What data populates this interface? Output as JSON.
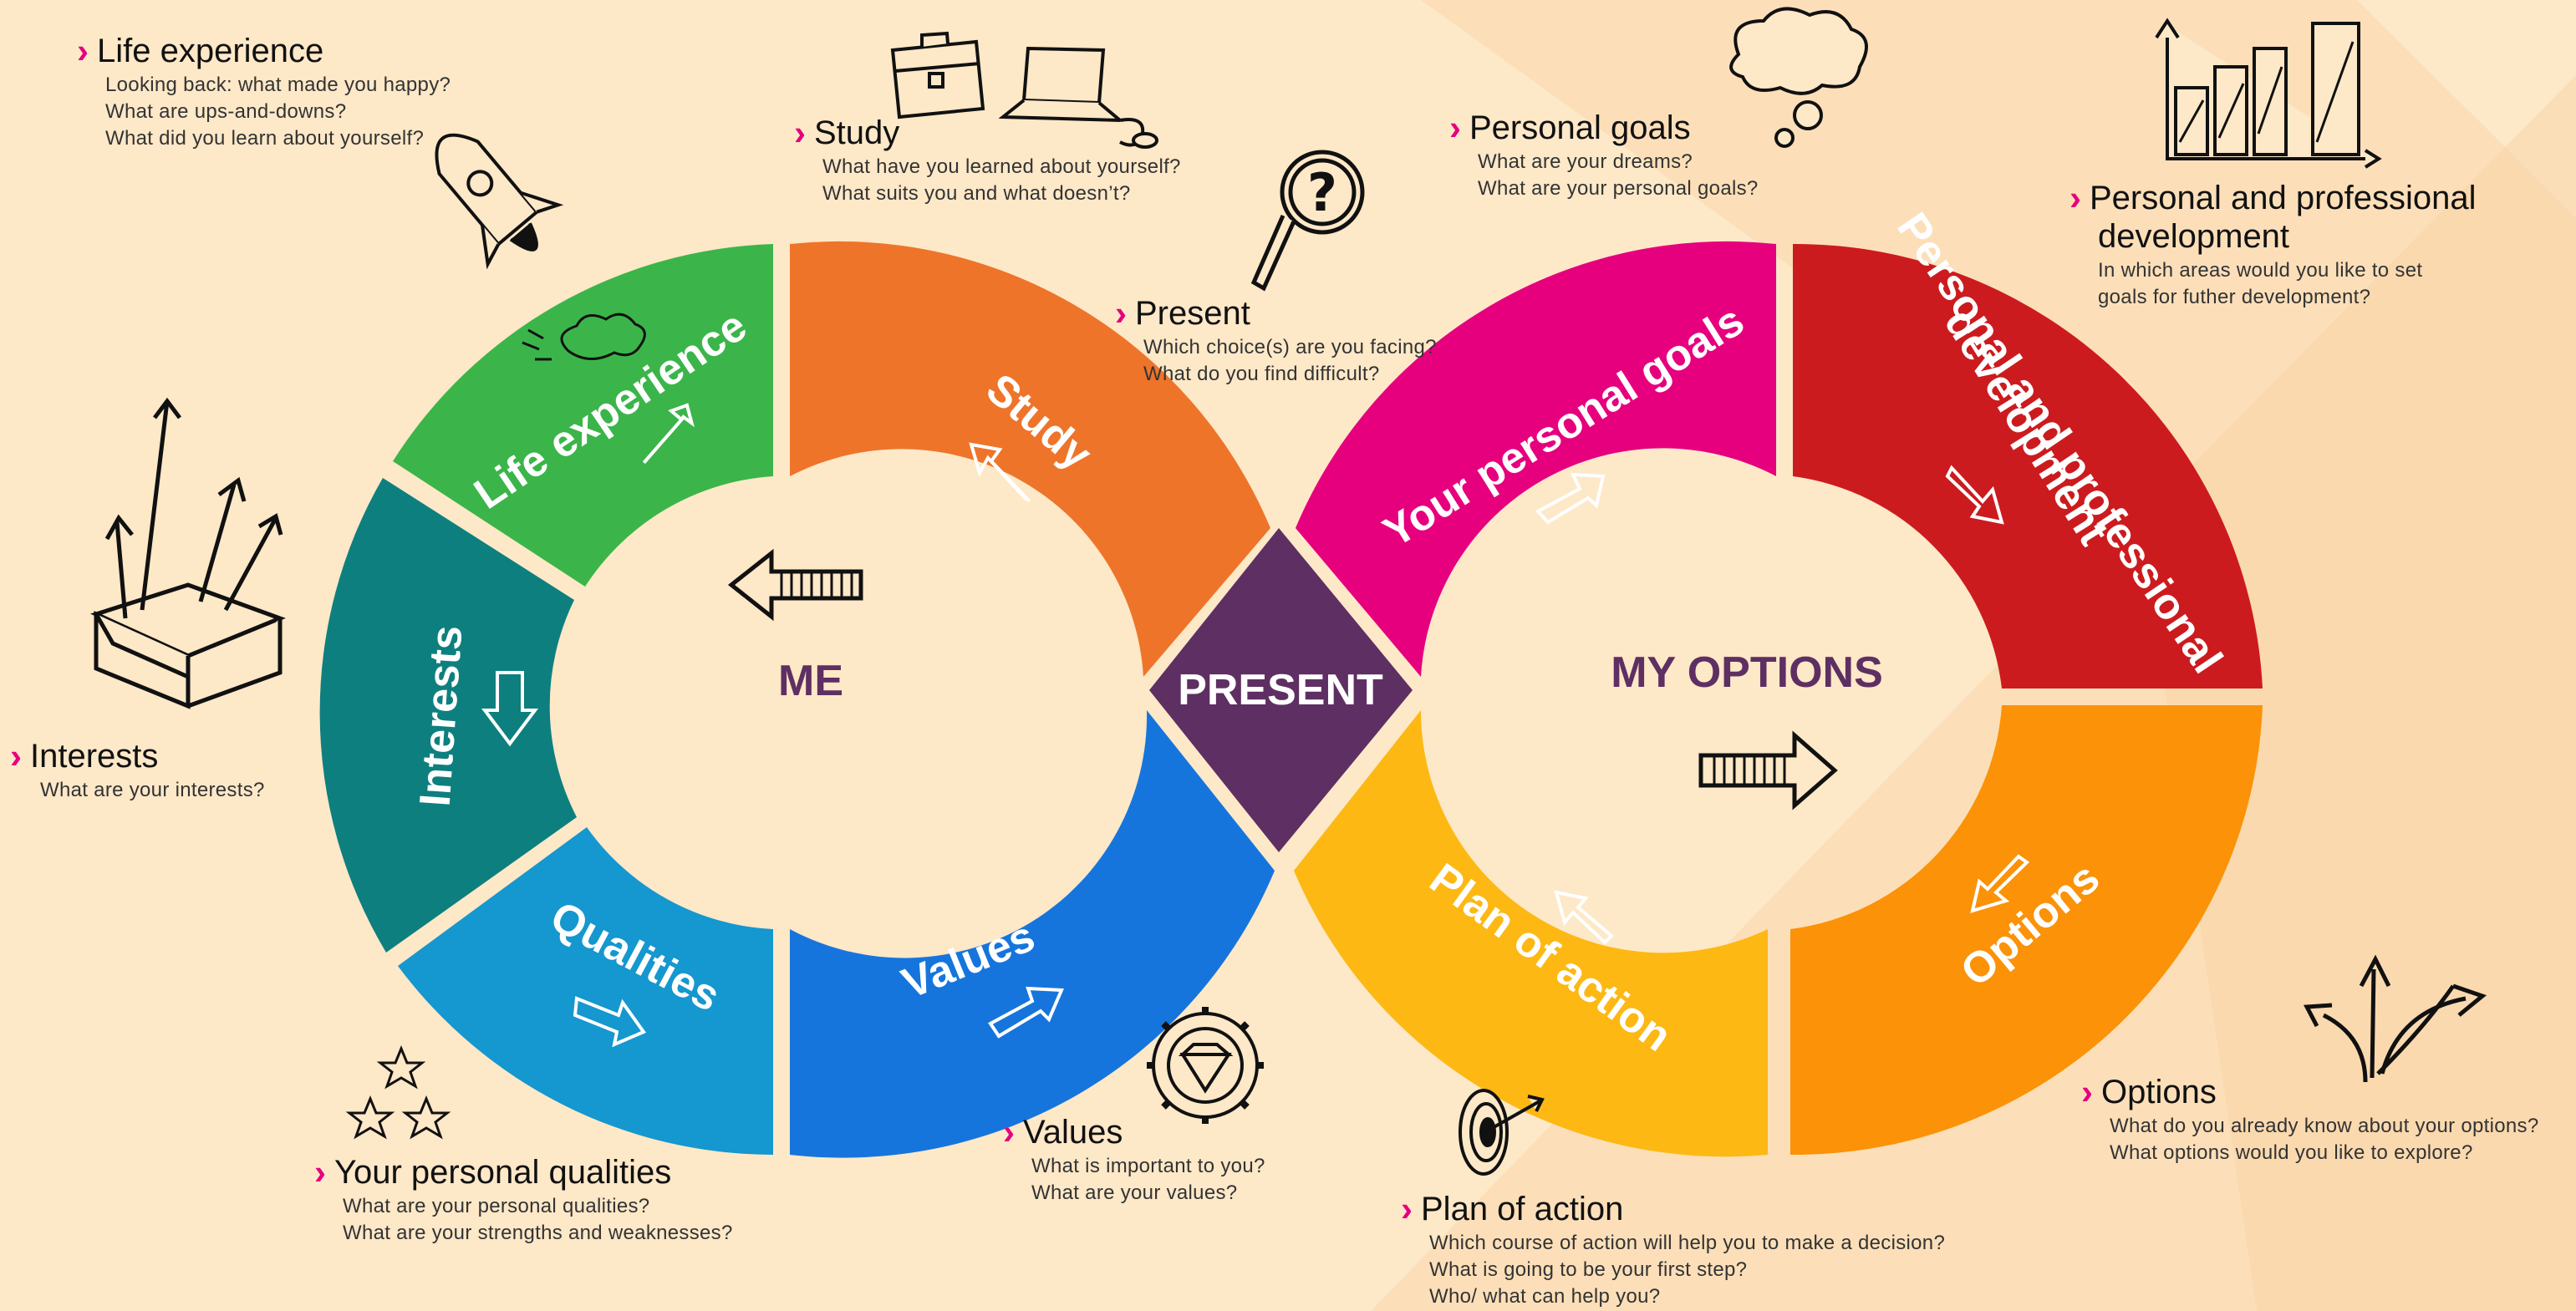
{
  "colors": {
    "background": "#fde8c8",
    "life_experience": "#3bb54a",
    "study": "#ee742a",
    "interests": "#0e7f7f",
    "qualities": "#1597cf",
    "values": "#1675dd",
    "present": "#5e2f62",
    "personal_goals": "#e6007e",
    "development": "#cc1b1e",
    "plan_of_action": "#fdb813",
    "options": "#fb9208",
    "accent_chevron": "#e6007e",
    "center_text": "#5e2f62"
  },
  "diagram": {
    "me_label": "ME",
    "present_label": "PRESENT",
    "options_label": "MY OPTIONS",
    "segments": {
      "life_experience": "Life experience",
      "study": "Study",
      "interests": "Interests",
      "qualities": "Qualities",
      "values": "Values",
      "personal_goals": "Your personal goals",
      "development_line1": "Personal and professional",
      "development_line2": "development",
      "plan_of_action": "Plan of action",
      "options": "Options"
    }
  },
  "notes": {
    "life_experience": {
      "title": "Life experience",
      "lines": [
        "Looking back: what made you happy?",
        "What are ups-and-downs?",
        "What did you learn about yourself?"
      ]
    },
    "study": {
      "title": "Study",
      "lines": [
        "What have you learned about yourself?",
        "What suits you and what doesn’t?"
      ]
    },
    "present": {
      "title": "Present",
      "lines": [
        "Which choice(s) are you facing?",
        "What do you find difficult?"
      ]
    },
    "personal_goals": {
      "title": "Personal goals",
      "lines": [
        "What are your dreams?",
        "What are your personal goals?"
      ]
    },
    "development": {
      "title_line1": "Personal and professional",
      "title_line2": "development",
      "lines": [
        "In which areas would you like to set",
        "goals for futher development?"
      ]
    },
    "interests": {
      "title": "Interests",
      "lines": [
        "What are your interests?"
      ]
    },
    "qualities": {
      "title": "Your personal qualities",
      "lines": [
        "What are your personal qualities?",
        "What are your strengths and weaknesses?"
      ]
    },
    "values": {
      "title": "Values",
      "lines": [
        "What is important to you?",
        "What are your values?"
      ]
    },
    "plan_of_action": {
      "title": "Plan of action",
      "lines": [
        "Which course of action will help you to make a decision?",
        "What is going to be your first step?",
        "Who/ what can help you?"
      ]
    },
    "options": {
      "title": "Options",
      "lines": [
        "What do you already know about your options?",
        "What options would you like to explore?"
      ]
    }
  },
  "icons": {
    "rocket": "rocket-icon",
    "briefcase": "briefcase-icon",
    "laptop": "laptop-icon",
    "magnifier": "question-magnifier-icon",
    "thought_cloud": "thought-cloud-icon",
    "bar_chart": "bar-chart-icon",
    "box": "box-arrows-icon",
    "stars": "stars-icon",
    "gear_diamond": "gear-diamond-icon",
    "target": "target-icon",
    "arrows": "branching-arrows-icon"
  }
}
